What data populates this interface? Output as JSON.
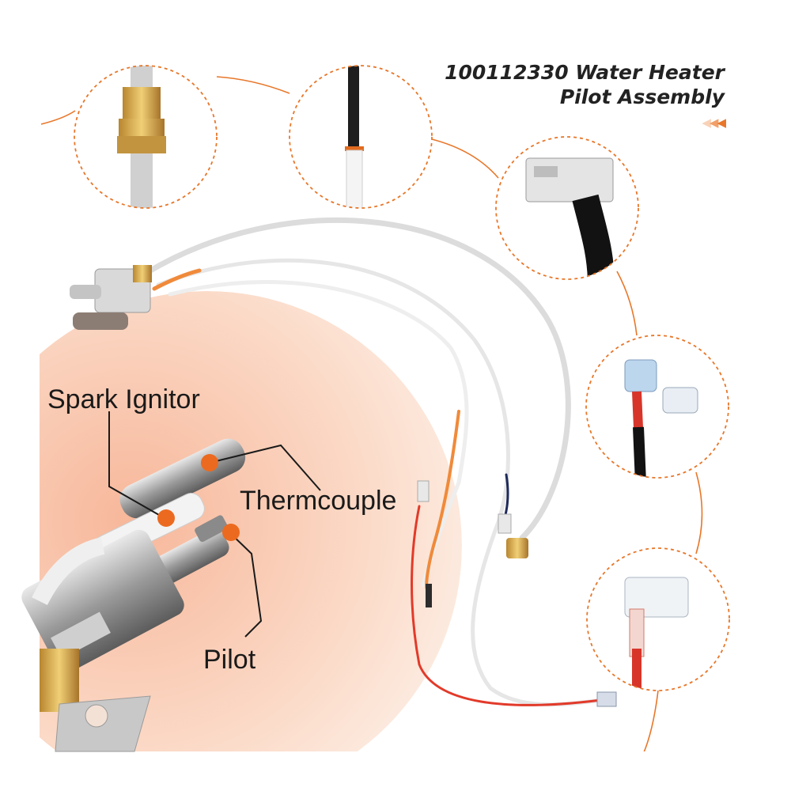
{
  "title": {
    "line1": "100112330 Water Heater",
    "line2": "Pilot Assembly"
  },
  "labels": {
    "spark_ignitor": "Spark Ignitor",
    "thermocouple": "Thermcouple",
    "pilot": "Pilot"
  },
  "colors": {
    "accent_orange": "#e8772a",
    "callout_dot": "#ec6a1f",
    "glow_center": "#f6b393",
    "glow_edge": "#fdf0e8"
  },
  "detail_views": [
    "brass-fitting",
    "thermocouple-tip",
    "insulated-terminal",
    "red-wire-connectors",
    "spade-connector"
  ]
}
